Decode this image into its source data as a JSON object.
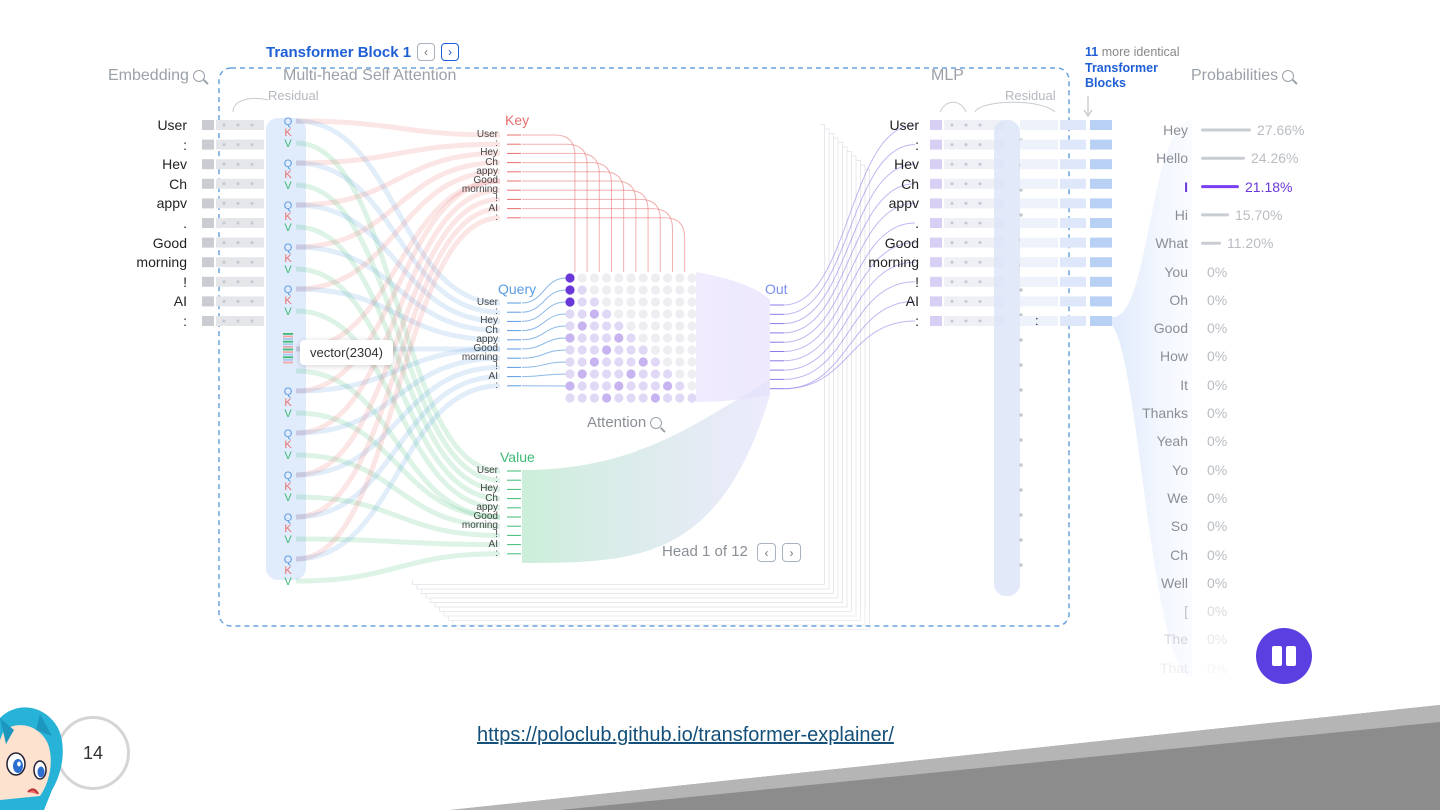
{
  "block": {
    "title": "Transformer Block 1",
    "more_count": "11",
    "more_text": "more identical",
    "more_strong": "Transformer Blocks"
  },
  "sections": {
    "embedding": "Embedding",
    "attention": "Multi-head Self Attention",
    "mlp": "MLP",
    "probabilities": "Probabilities",
    "residual": "Residual",
    "residual_right": "Residual",
    "key": "Key",
    "query": "Query",
    "value": "Value",
    "out": "Out",
    "attention_label": "Attention"
  },
  "qkv_letters": [
    "Q",
    "K",
    "V"
  ],
  "tokens": [
    "User",
    ":",
    "Hev",
    "Ch",
    "appv",
    ".",
    "Good",
    "morning",
    "!",
    "AI",
    ":"
  ],
  "small_tokens": [
    "User",
    ":",
    "Hey",
    "Ch",
    "appy",
    "Good",
    "morning",
    "!",
    "AI",
    ":"
  ],
  "tooltip": "vector(2304)",
  "head": {
    "label": "Head 1 of 12"
  },
  "probabilities": [
    {
      "word": "Hey",
      "value": "27.66%",
      "p": 0.2766
    },
    {
      "word": "Hello",
      "value": "24.26%",
      "p": 0.2426
    },
    {
      "word": "I",
      "value": "21.18%",
      "p": 0.2118,
      "selected": true
    },
    {
      "word": "Hi",
      "value": "15.70%",
      "p": 0.157
    },
    {
      "word": "What",
      "value": "11.20%",
      "p": 0.112
    },
    {
      "word": "You",
      "value": "0%",
      "p": 0
    },
    {
      "word": "Oh",
      "value": "0%",
      "p": 0
    },
    {
      "word": "Good",
      "value": "0%",
      "p": 0
    },
    {
      "word": "How",
      "value": "0%",
      "p": 0
    },
    {
      "word": "It",
      "value": "0%",
      "p": 0
    },
    {
      "word": "Thanks",
      "value": "0%",
      "p": 0
    },
    {
      "word": "Yeah",
      "value": "0%",
      "p": 0
    },
    {
      "word": "Yo",
      "value": "0%",
      "p": 0
    },
    {
      "word": "We",
      "value": "0%",
      "p": 0
    },
    {
      "word": "So",
      "value": "0%",
      "p": 0
    },
    {
      "word": "Ch",
      "value": "0%",
      "p": 0
    },
    {
      "word": "Well",
      "value": "0%",
      "p": 0
    },
    {
      "word": "[",
      "value": "0%",
      "p": 0
    },
    {
      "word": "The",
      "value": "0%",
      "p": 0
    },
    {
      "word": "That",
      "value": "0%",
      "p": 0
    }
  ],
  "colors": {
    "key": "#e8706e",
    "query": "#5b9be0",
    "value": "#3dbb73",
    "accent": "#7a3ff0",
    "block_border": "#6aa3e0",
    "title": "#1f5fd6"
  },
  "footer": {
    "link": "https://poloclub.github.io/transformer-explainer/",
    "page_number": "14"
  },
  "icons": {
    "zoom": "zoom-in-icon",
    "prev": "chevron-left-icon",
    "next": "chevron-right-icon",
    "play": "pause-icon",
    "mascot": "anime-character-avatar"
  }
}
